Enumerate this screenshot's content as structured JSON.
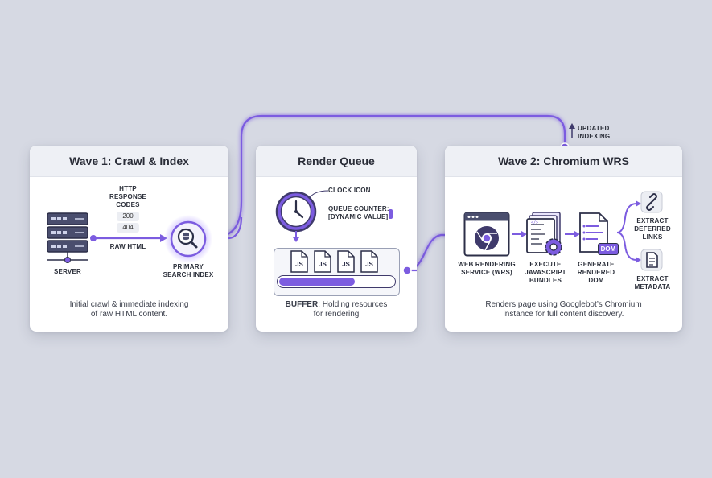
{
  "colors": {
    "background": "#d6d9e3",
    "accent": "#7c5ce0",
    "accent_dark": "#3f3a6b",
    "panel_header": "#eef0f5"
  },
  "top_annotation": {
    "icon": "arrow-up-icon",
    "line1": "UPDATED",
    "line2": "INDEXING"
  },
  "wave1": {
    "title": "Wave 1: Crawl & Index",
    "http_label": [
      "HTTP",
      "RESPONSE",
      "CODES"
    ],
    "codes": [
      "200",
      "404"
    ],
    "raw_html": "RAW HTML",
    "server_label": "SERVER",
    "index_label": [
      "PRIMARY",
      "SEARCH INDEX"
    ],
    "caption": [
      "Initial crawl & immediate indexing",
      "of raw HTML content."
    ],
    "icons": {
      "server": "server-rack-icon",
      "index": "database-search-icon"
    }
  },
  "render_queue": {
    "title": "Render Queue",
    "clock_label": "CLOCK ICON",
    "queue_counter": [
      "QUEUE COUNTER:",
      "[DYNAMIC VALUE]"
    ],
    "js_files": [
      "JS",
      "JS",
      "JS",
      "JS"
    ],
    "progress": 0.68,
    "caption_bold": "BUFFER",
    "caption_rest": ": Holding resources",
    "caption_line2": "for rendering",
    "icons": {
      "clock": "clock-icon",
      "file": "js-file-icon"
    }
  },
  "wave2": {
    "title": "Wave 2: Chromium WRS",
    "wrs_label": [
      "WEB RENDERING",
      "SERVICE (WRS)"
    ],
    "execute_label": [
      "EXECUTE",
      "JAVASCRIPT",
      "BUNDLES"
    ],
    "generate_label": [
      "GENERATE",
      "RENDERED",
      "DOM"
    ],
    "dom_badge": "DOM",
    "links_label": [
      "EXTRACT",
      "DEFERRED",
      "LINKS"
    ],
    "metadata_label": [
      "EXTRACT",
      "METADATA"
    ],
    "caption": [
      "Renders page using Googlebot’s Chromium",
      "instance for full content discovery."
    ],
    "icons": {
      "wrs": "chrome-browser-icon",
      "execute": "code-gear-icon",
      "dom": "dom-document-icon",
      "links": "link-icon",
      "metadata": "document-icon"
    }
  }
}
